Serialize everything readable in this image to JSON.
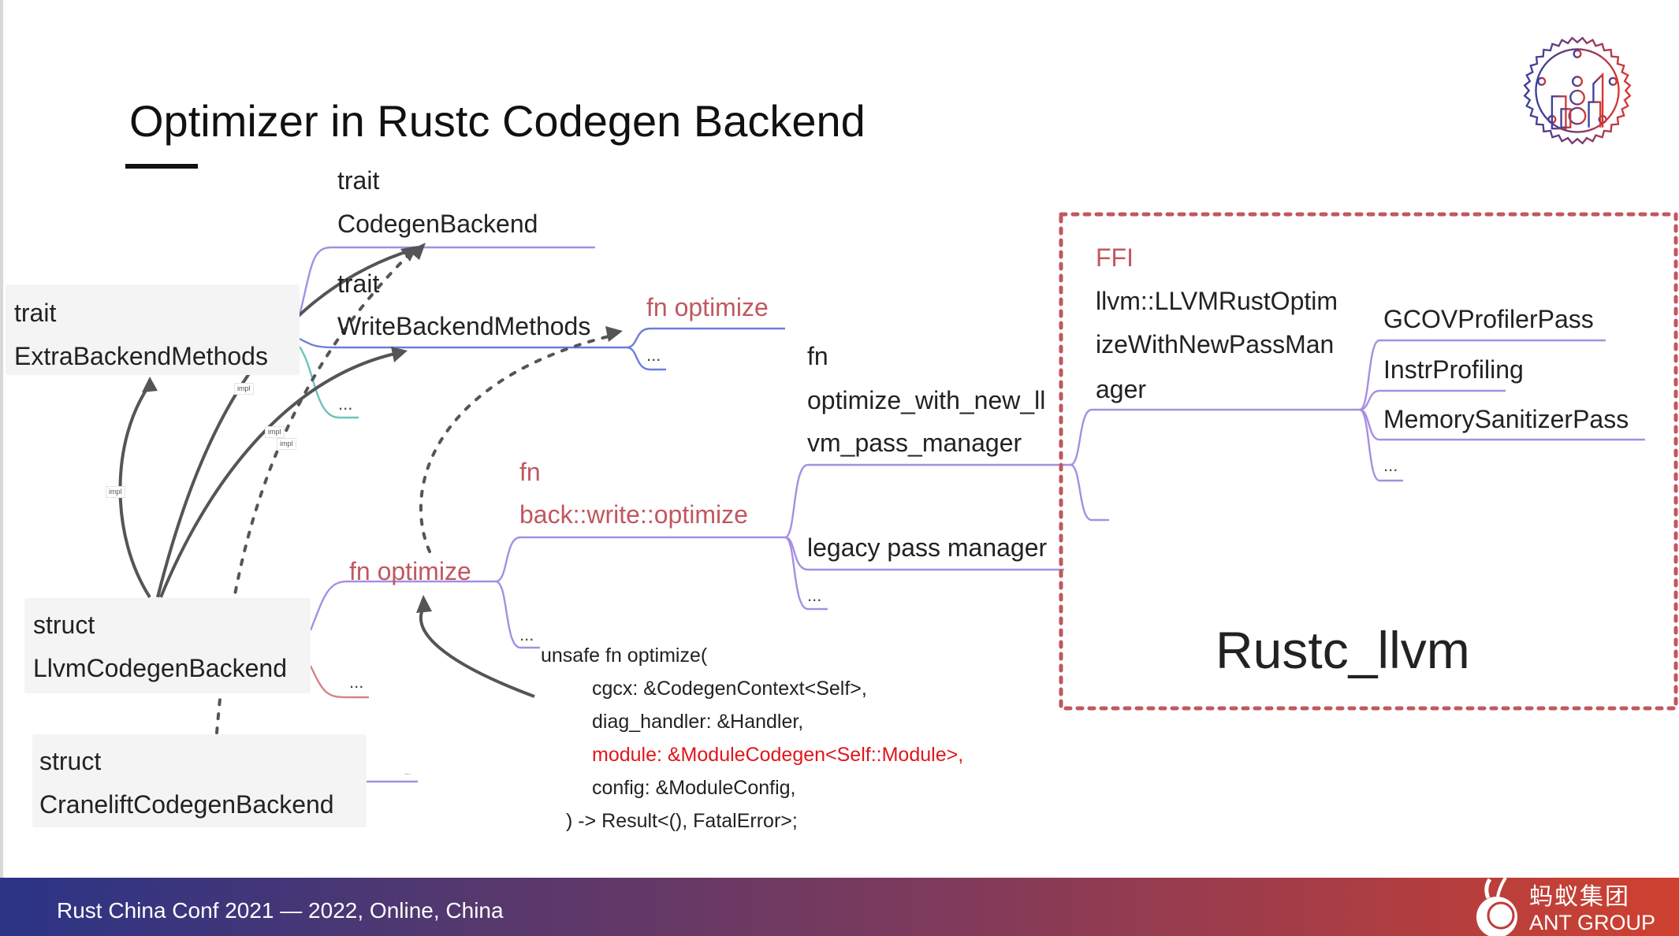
{
  "slide": {
    "title": "Optimizer in Rustc Codegen Backend",
    "footer": "Rust China Conf 2021 — 2022, Online, China",
    "brand_cn": "蚂蚁集团",
    "brand_en": "ANT GROUP",
    "logo_icon": "rust-gear-skyline-logo"
  },
  "colors": {
    "accent_red": "#c0585f",
    "highlight_red": "#e0161b",
    "branch_purple": "#a58fe3",
    "branch_blue": "#6b7fd9",
    "branch_teal": "#6cc3bb",
    "footer_start": "#2b3486",
    "footer_end": "#cf412f"
  },
  "diagram": {
    "left_nodes": {
      "extra": {
        "line1": "trait",
        "line2": "ExtraBackendMethods"
      },
      "llvm": {
        "line1": "struct",
        "line2": "LlvmCodegenBackend"
      },
      "cranelift": {
        "line1": "struct",
        "line2": "CraneliftCodegenBackend"
      }
    },
    "traits": {
      "codegen": {
        "line1": "trait",
        "line2": "CodegenBackend"
      },
      "write": {
        "line1": "trait",
        "line2": "WriteBackendMethods"
      },
      "write_children": [
        "fn optimize",
        "..."
      ],
      "extra_more": "..."
    },
    "impl_label": "impl",
    "llvm_children": {
      "fn_optimize": "fn optimize",
      "more": "...",
      "cranelift_more": "..."
    },
    "back_write": {
      "line1": "fn",
      "line2": "back::write::optimize",
      "more": "..."
    },
    "pass_managers": {
      "new": [
        "fn",
        "optimize_with_new_ll",
        "vm_pass_manager"
      ],
      "legacy": "legacy pass manager",
      "more": "..."
    },
    "ffi_box": {
      "label": "FFI",
      "fn_lines": [
        "llvm::LLVMRustOptim",
        "izeWithNewPassMan",
        "ager"
      ],
      "passes": [
        "GCOVProfilerPass",
        "InstrProfiling",
        "MemorySanitizerPass",
        "..."
      ],
      "crate_name": "Rustc_llvm"
    },
    "code": [
      {
        "text": "unsafe fn optimize(",
        "highlight": false
      },
      {
        "text": "cgcx: &CodegenContext<Self>,",
        "highlight": false
      },
      {
        "text": "diag_handler: &Handler,",
        "highlight": false
      },
      {
        "text": "module: &ModuleCodegen<Self::Module>,",
        "highlight": true
      },
      {
        "text": "config: &ModuleConfig,",
        "highlight": false
      },
      {
        "text": ") -> Result<(), FatalError>;",
        "highlight": false
      }
    ]
  }
}
